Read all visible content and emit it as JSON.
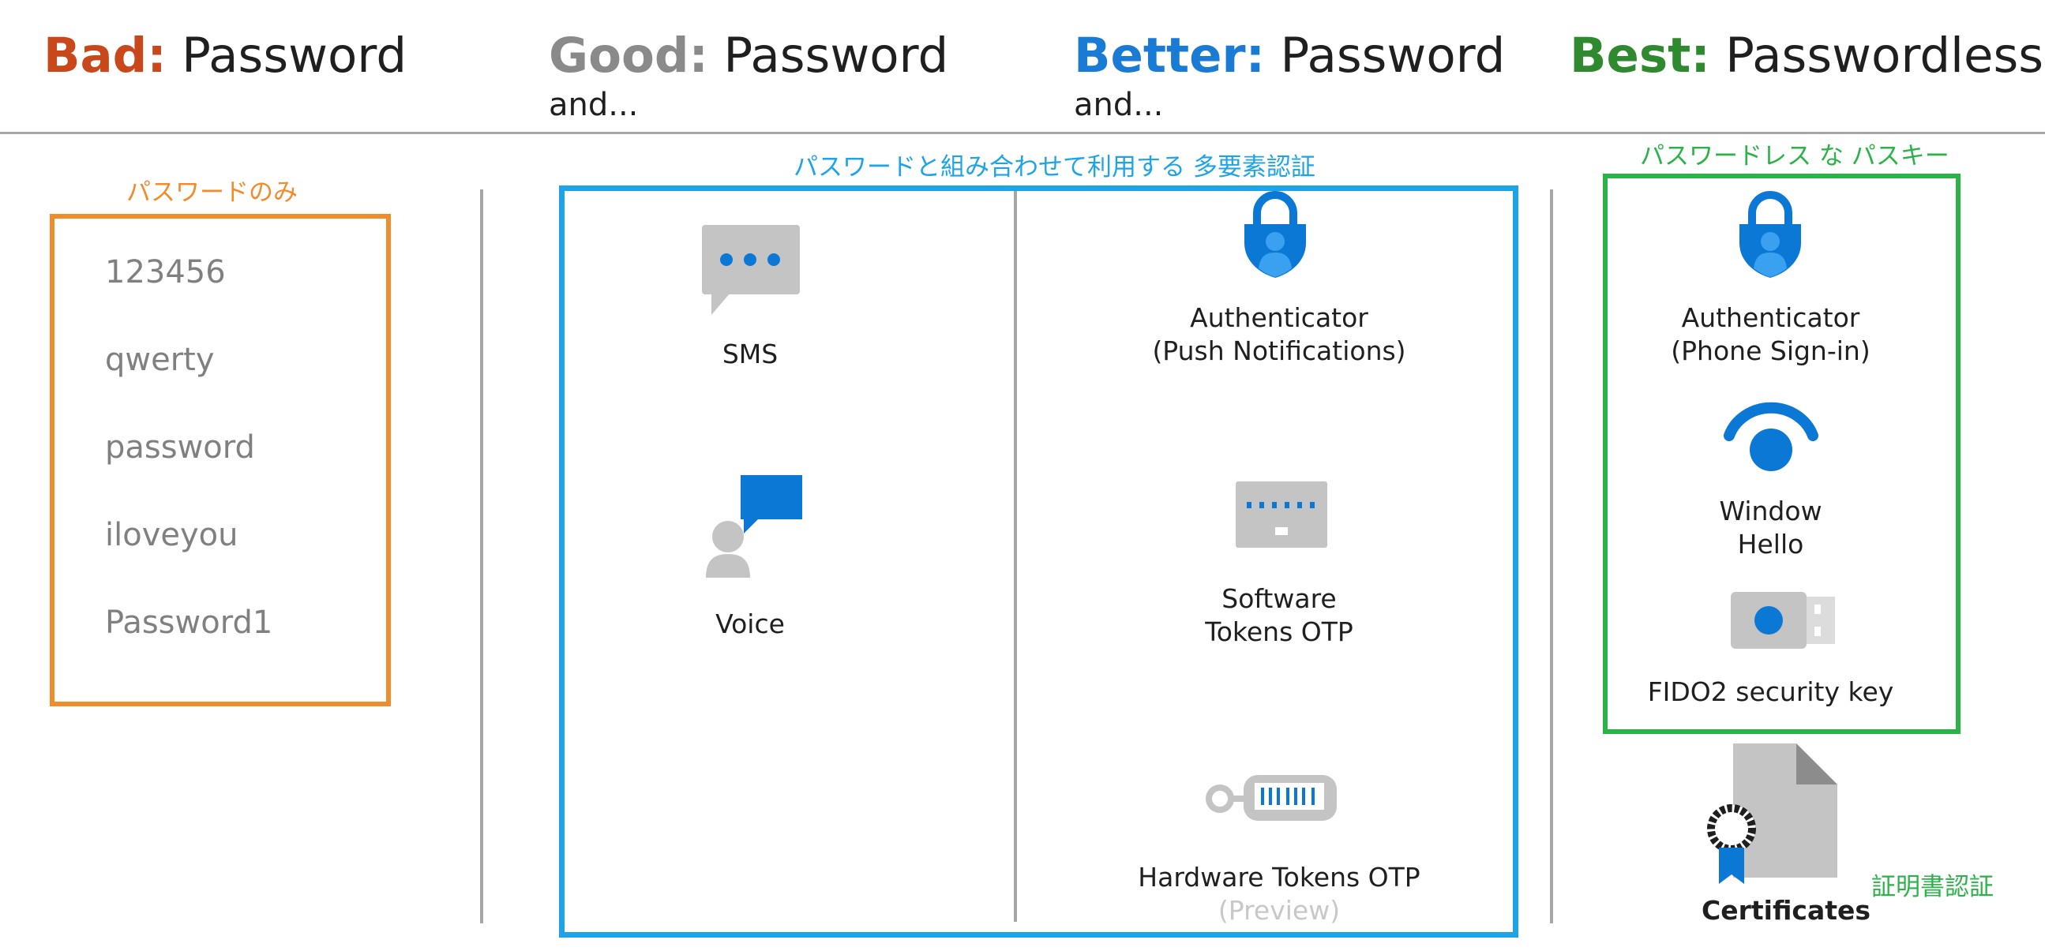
{
  "header": {
    "bad": {
      "label": "Bad:",
      "text": "Password",
      "color": "#c8481c"
    },
    "good": {
      "label": "Good:",
      "text": "Password",
      "sub": "and...",
      "color": "#8a8a8a"
    },
    "better": {
      "label": "Better:",
      "text": "Password",
      "sub": "and...",
      "color": "#1a7bd4"
    },
    "best": {
      "label": "Best:",
      "text": "Passwordless",
      "color": "#2f8a2f"
    }
  },
  "password_only": {
    "caption": "パスワードのみ",
    "color": "#f08c2c",
    "items": [
      "123456",
      "qwerty",
      "password",
      "iloveyou",
      "Password1"
    ]
  },
  "mfa": {
    "caption": "パスワードと組み合わせて利用する 多要素認証",
    "color": "#1ea4e6",
    "sms_label": "SMS",
    "voice_label": "Voice",
    "authenticator_line1": "Authenticator",
    "authenticator_line2": "(Push Notifications)",
    "software_line1": "Software",
    "software_line2": "Tokens OTP",
    "hardware_line1": "Hardware Tokens OTP",
    "hardware_line2": "(Preview)"
  },
  "passwordless": {
    "caption": "パスワードレス な パスキー",
    "color": "#2db24a",
    "authenticator_line1": "Authenticator",
    "authenticator_line2": "(Phone Sign-in)",
    "hello_line1": "Window",
    "hello_line2": "Hello",
    "fido_label": "FIDO2 security key"
  },
  "certificates": {
    "label": "Certificates",
    "caption": "証明書認証",
    "caption_color": "#2db24a"
  },
  "icons": {
    "brand_blue": "#0a78d4",
    "light_blue": "#3aa0f0",
    "gray": "#c4c4c4"
  }
}
